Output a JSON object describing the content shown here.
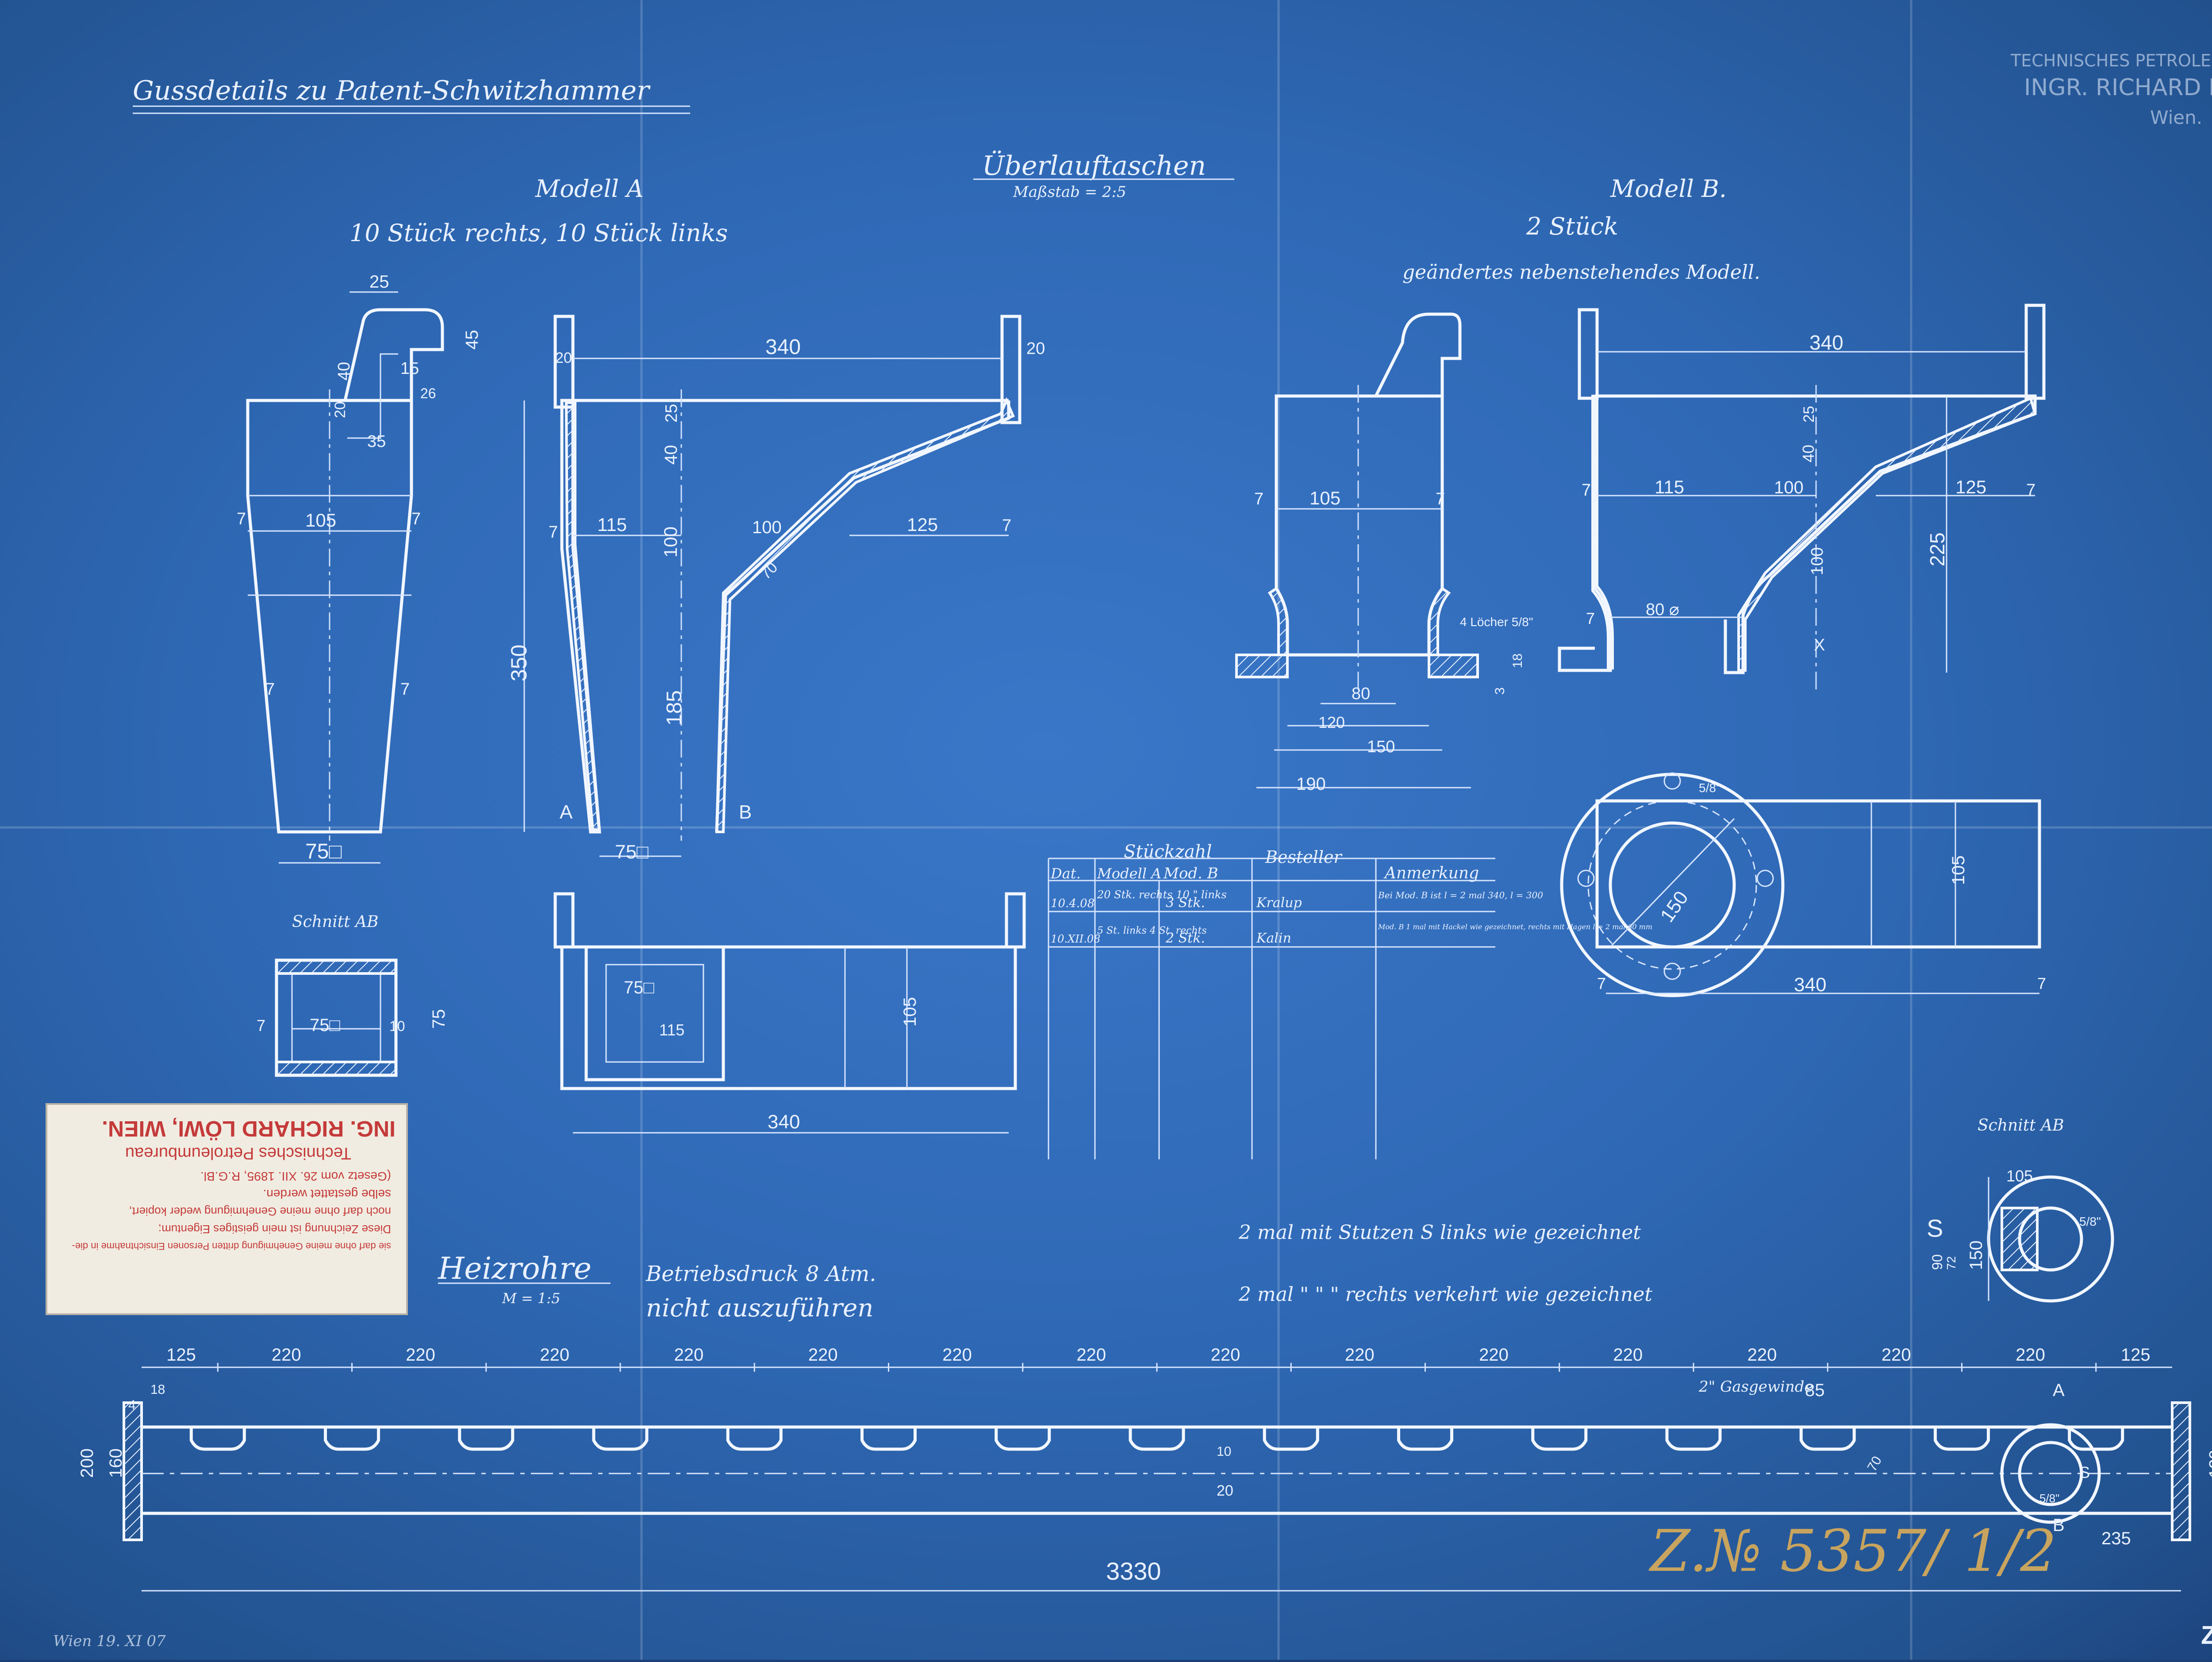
{
  "sheet": {
    "title": "Gussdetails zu Patent-Schwitzhammer",
    "stamp_top": [
      "TECHNISCHES PETROLEUMBUREAU",
      "INGR. RICHARD LÖWI",
      "Wien."
    ],
    "center_title": "Überlauftaschen",
    "center_scale": "Maßstab = 2:5",
    "model_a": {
      "title": "Modell A",
      "qty": "10 Stück rechts, 10 Stück links"
    },
    "model_b": {
      "title": "Modell B.",
      "qty": "2 Stück",
      "note": "geändertes nebenstehendes Modell."
    },
    "section_label_left": "Schnitt AB",
    "section_label_right": "Schnitt AB",
    "heizrohre": {
      "title": "Heizrohre",
      "scale": "M = 1:5",
      "note1": "Betriebsdruck 8 Atm.",
      "note2": "nicht auszuführen"
    },
    "notes": {
      "line1": "2 mal mit Stutzen S links wie gezeichnet",
      "line2": "2 mal  \"    \"   \"  rechts verkehrt wie gezeichnet"
    },
    "bottom_left_note": "Wien 19. XI 07",
    "ink_number": "Z.№ 5357/ 1/2",
    "corner_number": "ZN: 32P"
  },
  "table": {
    "group_header": "Stückzahl",
    "headers": [
      "Dat.",
      "Modell A",
      "Mod. B",
      "Besteller",
      "Anmerkung"
    ],
    "rows": [
      [
        "10.4.08",
        "20 Stk. rechts 10 \" links",
        "3 Stk.",
        "Kralup",
        "Bei Mod. B ist l = 2 mal 340, l = 300"
      ],
      [
        "10.XII.08",
        "5 St. links 4 St. rechts",
        "2 Stk.",
        "Kalin",
        "Mod. B 1 mal mit Hackel wie gezeichnet, rechts mit Hagen l = 2 mal 60 mm"
      ]
    ]
  },
  "label": {
    "lines": [
      "ING. RICHARD LÖWI, WIEN.",
      "Technisches Petroleumbureau",
      "(Gesetz vom 26. XII. 1895, R.G.Bl.",
      "selbe gestattet werden.",
      "noch darf ohne meine Genehmigung weder kopiert,",
      "Diese Zeichnung ist mein geistiges Eigentum;",
      "sie darf ohne meine Genehmigung dritten Personen Einsichtnahme in die-"
    ]
  },
  "dims": {
    "a_top25": "25",
    "a_45": "45",
    "a_40": "40",
    "a_20": "20",
    "a_15": "15",
    "a_26": "26",
    "a_35": "35",
    "a_105": "105",
    "a_7l": "7",
    "a_7r": "7",
    "a_7bl": "7",
    "a_7br": "7",
    "a_75": "75□",
    "side_340": "340",
    "side_20l": "20",
    "side_20r": "20",
    "side_25": "25",
    "side_40": "40",
    "side_115": "115",
    "side_100h": "100",
    "side_100v": "100",
    "side_125": "125",
    "side_185": "185",
    "side_350": "350",
    "side_7a": "7",
    "side_7b": "7",
    "side_70": "70",
    "side_75": "75□",
    "side_A": "A",
    "side_B": "B",
    "b_105": "105",
    "b_7l": "7",
    "b_7r": "7",
    "b_80": "80",
    "b_120": "120",
    "b_150": "150",
    "b_190": "190",
    "b_3": "3",
    "b_18": "18",
    "b_holes": "4 Löcher 5/8\"",
    "bs_340": "340",
    "bs_25": "25",
    "bs_40": "40",
    "bs_115": "115",
    "bs_100h": "100",
    "bs_100v": "100",
    "bs_125": "125",
    "bs_225": "225",
    "bs_80": "80 ⌀",
    "bs_7a": "7",
    "bs_7b": "7",
    "bs_X": "X",
    "sab_75": "75□",
    "sab_75v": "75",
    "sab_7l": "7",
    "sab_10": "10",
    "plan_75": "75□",
    "plan_115": "115",
    "plan_340": "340",
    "plan_105": "105",
    "bplan_340": "340",
    "bplan_105": "105",
    "bplan_150": "150",
    "bplan_58": "5/8\"",
    "bplan_7": "7",
    "bplan_7r": "7",
    "sr_105": "105",
    "sr_150": "150",
    "sr_90": "90",
    "sr_72": "72",
    "sr_S": "S",
    "sr_58": "5/8\"",
    "pipe_spacing": [
      "125",
      "220",
      "220",
      "220",
      "220",
      "220",
      "220",
      "220",
      "220",
      "220",
      "220",
      "220",
      "220",
      "220",
      "220",
      "125"
    ],
    "pipe_3330": "3330",
    "pipe_200": "200",
    "pipe_160": "160",
    "pipe_200r": "200",
    "pipe_120": "120",
    "pipe_235": "235",
    "pipe_18": "18",
    "pipe_4": "4",
    "pipe_85": "85",
    "pipe_gas": "2\" Gasgewinde",
    "pipe_10": "10",
    "pipe_20": "20",
    "pipe_A": "A",
    "pipe_B": "B",
    "pipe_S": "S",
    "pipe_58": "5/8\"",
    "pipe_70": "70"
  }
}
